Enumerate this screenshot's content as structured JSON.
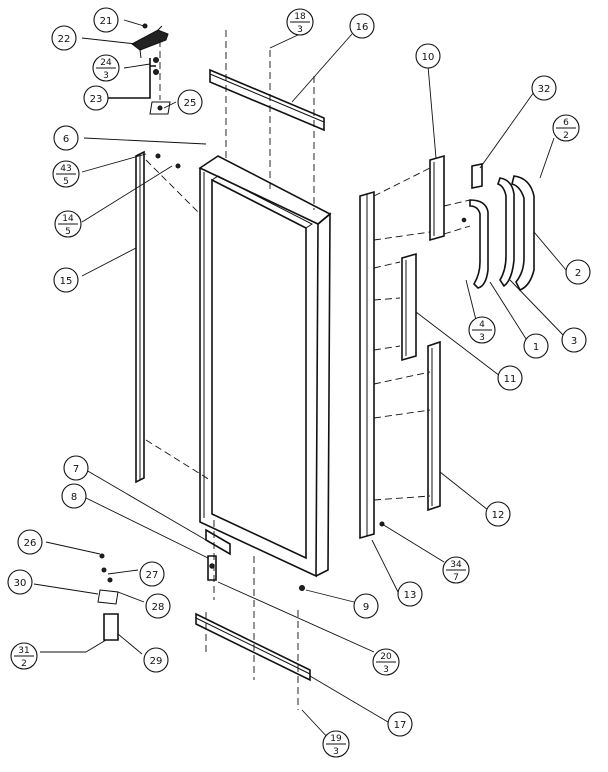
{
  "callouts": [
    {
      "id": "c21",
      "label": "21"
    },
    {
      "id": "c22",
      "label": "22"
    },
    {
      "id": "c24",
      "num": "24",
      "den": "3"
    },
    {
      "id": "c23",
      "label": "23"
    },
    {
      "id": "c25",
      "label": "25"
    },
    {
      "id": "c18",
      "num": "18",
      "den": "3"
    },
    {
      "id": "c16",
      "label": "16"
    },
    {
      "id": "c10",
      "label": "10"
    },
    {
      "id": "c32",
      "label": "32"
    },
    {
      "id": "c6b",
      "num": "6",
      "den": "2"
    },
    {
      "id": "c6",
      "label": "6"
    },
    {
      "id": "c43",
      "num": "43",
      "den": "5"
    },
    {
      "id": "c14",
      "num": "14",
      "den": "5"
    },
    {
      "id": "c15",
      "label": "15"
    },
    {
      "id": "c2",
      "label": "2"
    },
    {
      "id": "c4",
      "num": "4",
      "den": "3"
    },
    {
      "id": "c1",
      "label": "1"
    },
    {
      "id": "c3",
      "label": "3"
    },
    {
      "id": "c11",
      "label": "11"
    },
    {
      "id": "c12",
      "label": "12"
    },
    {
      "id": "c7",
      "label": "7"
    },
    {
      "id": "c8",
      "label": "8"
    },
    {
      "id": "c26",
      "label": "26"
    },
    {
      "id": "c27",
      "label": "27"
    },
    {
      "id": "c30",
      "label": "30"
    },
    {
      "id": "c28",
      "label": "28"
    },
    {
      "id": "c31",
      "num": "31",
      "den": "2"
    },
    {
      "id": "c29",
      "label": "29"
    },
    {
      "id": "c9",
      "label": "9"
    },
    {
      "id": "c20",
      "num": "20",
      "den": "3"
    },
    {
      "id": "c34",
      "num": "34",
      "den": "7"
    },
    {
      "id": "c13",
      "label": "13"
    },
    {
      "id": "c17",
      "label": "17"
    },
    {
      "id": "c19",
      "num": "19",
      "den": "3"
    }
  ]
}
